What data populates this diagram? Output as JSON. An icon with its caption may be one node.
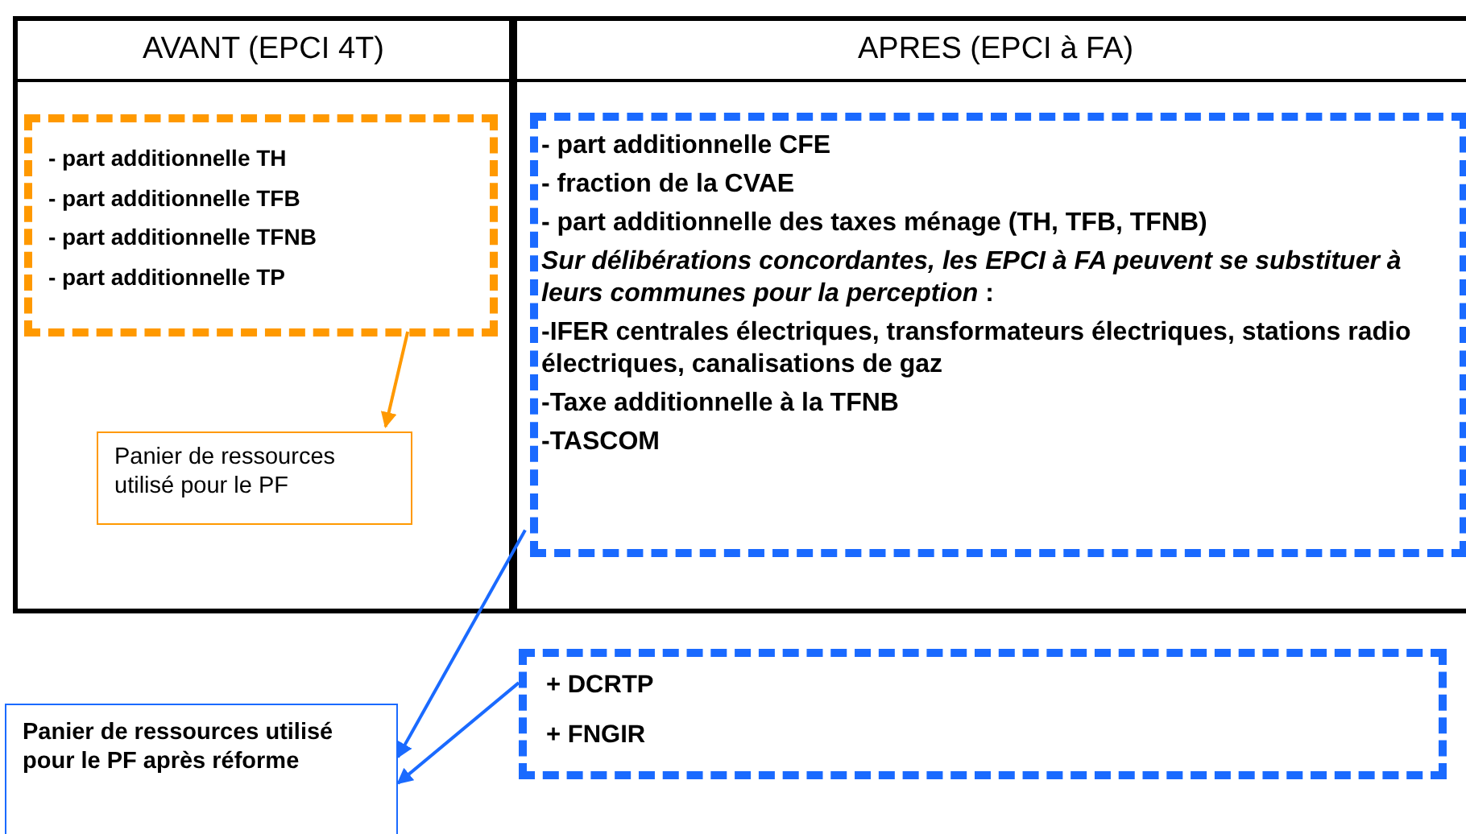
{
  "diagram": {
    "nodes": [
      {
        "text": [
          "AVANT (EPCI 4T)"
        ]
      },
      {
        "text": [
          "APRES (EPCI à FA)"
        ]
      },
      {
        "text": [
          "- part additionnelle TH",
          "- part additionnelle TFB",
          "- part additionnelle TFNB",
          "- part additionnelle TP"
        ],
        "in": 0
      },
      {
        "text": [
          "Panier de ressources utilisé pour le PF"
        ],
        "in": 0
      },
      {
        "text": [
          "- part additionnelle CFE",
          "- fraction de la CVAE",
          "- part additionnelle des taxes ménage (TH, TFB, TFNB)",
          "*Sur délibérations concordantes, les EPCI à FA peuvent se substituer à leurs communes pour la perception* :",
          "-IFER centrales électriques, transformateurs électriques, stations radio électriques, canalisations de gaz",
          "-Taxe additionnelle à la TFNB",
          "-TASCOM"
        ],
        "in": 1
      },
      {
        "text": [
          "+ DCRTP",
          "+ FNGIR"
        ]
      },
      {
        "text": [
          "Panier de ressources utilisé pour le PF après réforme"
        ]
      }
    ],
    "edges": [
      {
        "from": 2,
        "to": 3,
        "arrow": "to",
        "color": "#ff9900"
      },
      {
        "from": 4,
        "to": 6,
        "arrow": "to"
      },
      {
        "from": 5,
        "to": 6,
        "arrow": "to"
      }
    ]
  }
}
